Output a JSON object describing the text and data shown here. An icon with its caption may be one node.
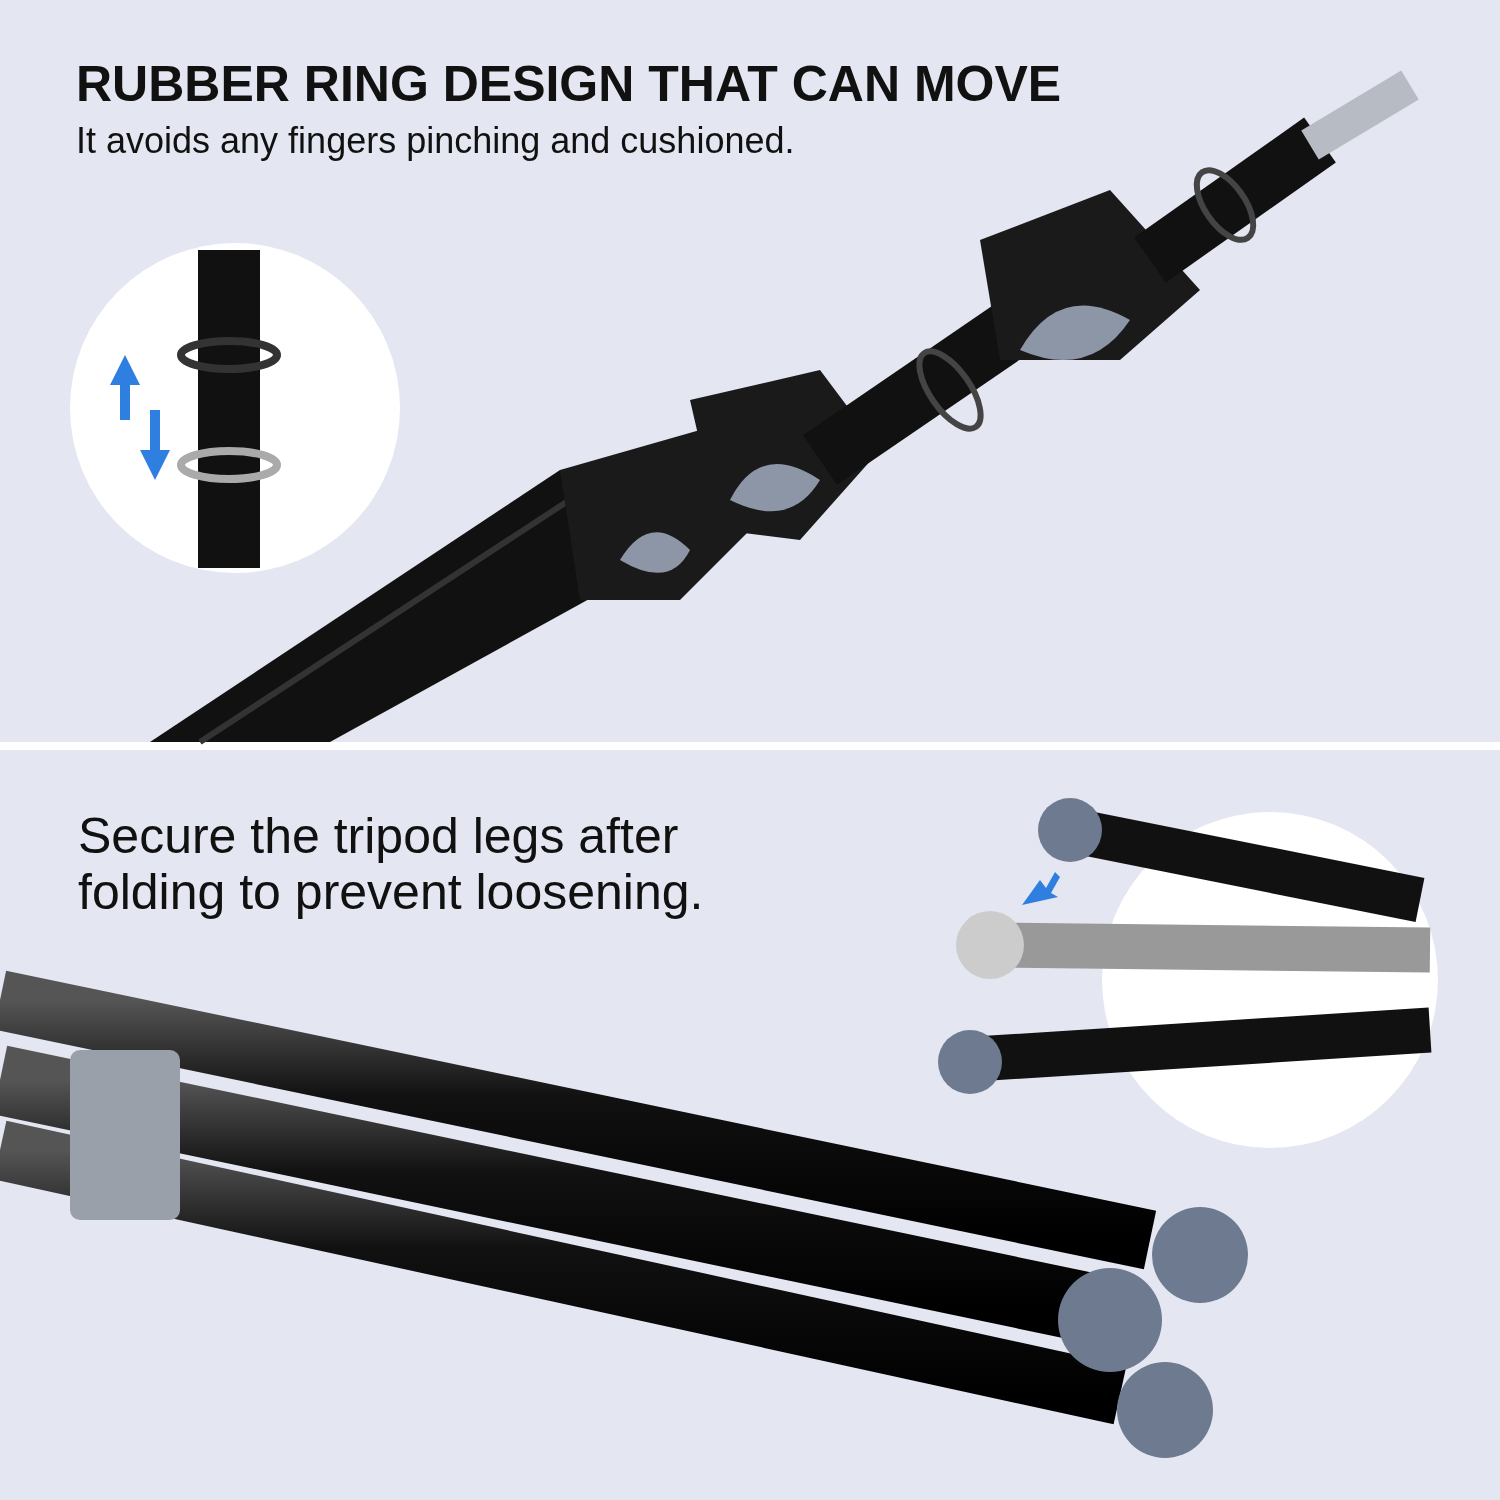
{
  "diagram": {
    "labels": [
      "RUBBER RING DESIGN THAT CAN MOVE",
      "It avoids any fingers pinching and cushioned.",
      "Secure the tripod legs after folding to prevent loosening."
    ]
  }
}
